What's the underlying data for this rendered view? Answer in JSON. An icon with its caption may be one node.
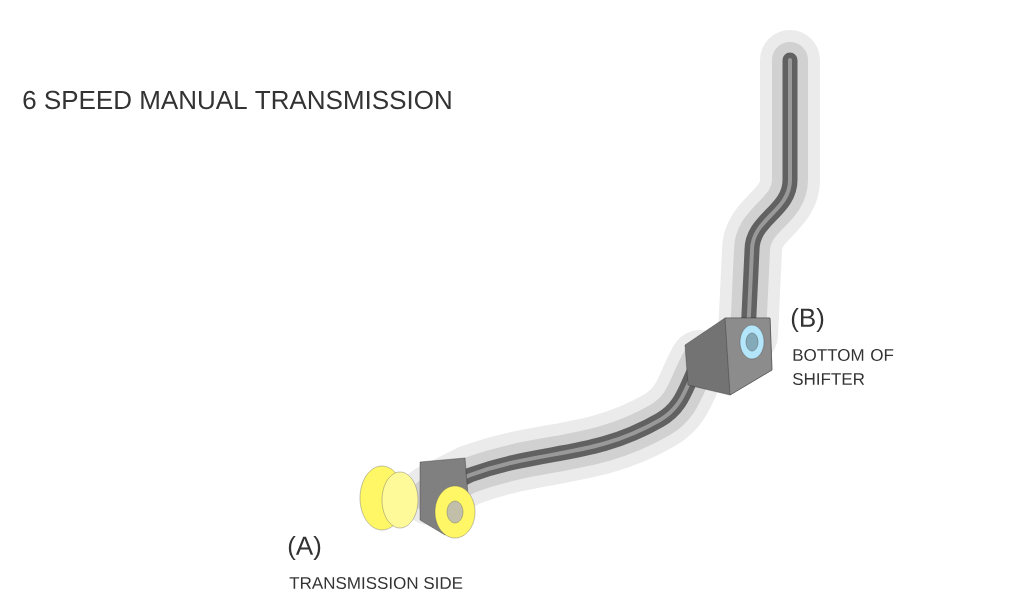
{
  "diagram": {
    "title": "6 SPEED MANUAL TRANSMISSION",
    "labels": [
      "(B)",
      "BOTTOM OF SHIFTER",
      "(A)",
      "TRANSMISSION SIDE"
    ]
  }
}
